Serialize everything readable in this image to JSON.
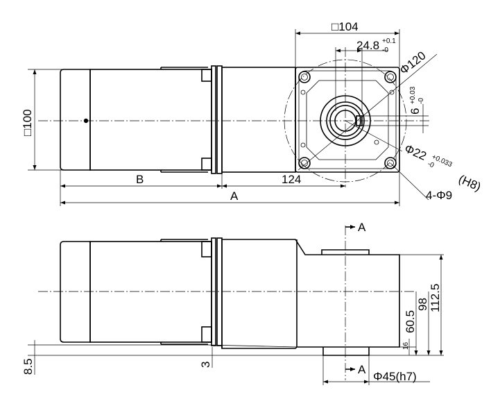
{
  "top_view": {
    "flange_square": "□104",
    "keyway_width": "24.8",
    "keyway_width_tol_upper": "+0.1",
    "keyway_width_tol_lower": "-0",
    "pcd": "Φ120",
    "key_width": "6",
    "key_width_tol_upper": "+0.03",
    "key_width_tol_lower": "-0",
    "bore": "Φ22",
    "bore_tol_upper": "+0.033",
    "bore_tol_lower": "-0",
    "bore_fit": "(H8)",
    "mount_holes": "4-Φ9",
    "motor_square": "□100",
    "length_b": "B",
    "length_124": "124",
    "length_a": "A"
  },
  "side_view": {
    "section_mark_top": "A",
    "section_mark_bottom": "A",
    "height_112_5": "112.5",
    "height_98": "98",
    "height_60_5": "60.5",
    "height_16": "16",
    "offset_8_5": "8.5",
    "offset_3": "3",
    "boss_diameter": "Φ45(h7)"
  }
}
